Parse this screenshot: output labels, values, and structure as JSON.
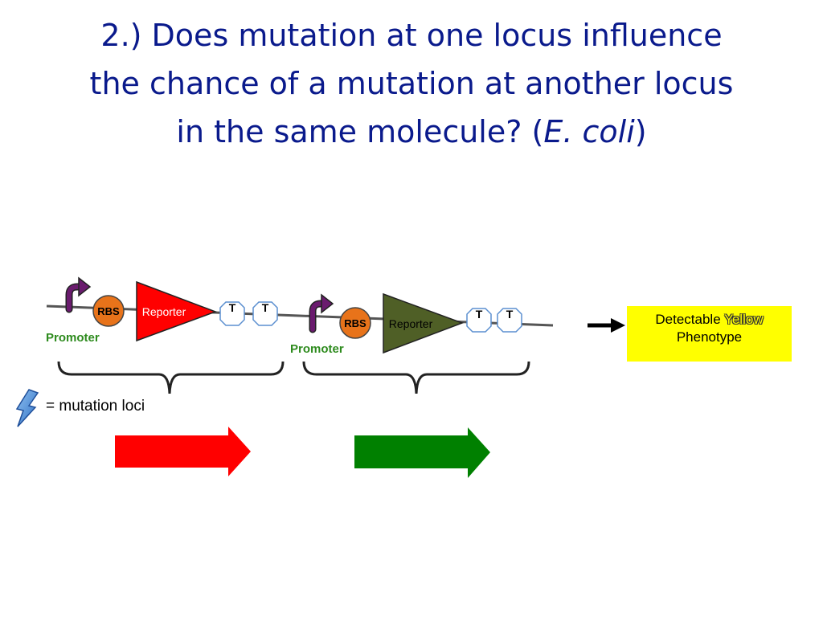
{
  "title": {
    "line1": "2.) Does mutation at one locus influence",
    "line2": "the chance of a mutation at another locus",
    "line3_prefix": "in the same molecule? (",
    "line3_italic": "E. coli",
    "line3_suffix": ")"
  },
  "construct1": {
    "promoter_label": "Promoter",
    "rbs_label": "RBS",
    "reporter_label": "Reporter",
    "terminator1_label": "T",
    "terminator2_label": "T",
    "reporter_color": "#ff0000"
  },
  "construct2": {
    "promoter_label": "Promoter",
    "rbs_label": "RBS",
    "reporter_label": "Reporter",
    "terminator1_label": "T",
    "terminator2_label": "T",
    "reporter_color": "#4f5f26"
  },
  "phenotype": {
    "line1_prefix": "Detectable ",
    "yellow_word": "Yellow",
    "line2": "Phenotype"
  },
  "legend": {
    "text": "= mutation loci",
    "icon": "lightning-bolt-icon"
  },
  "colors": {
    "title": "#0a1a8c",
    "promoter_text": "#2e8b1e",
    "rbs": "#e8731a",
    "promoter_arrow": "#6a1b6e",
    "arrow_red": "#ff0000",
    "arrow_green": "#008000",
    "phenotype_box": "#ffff00"
  }
}
